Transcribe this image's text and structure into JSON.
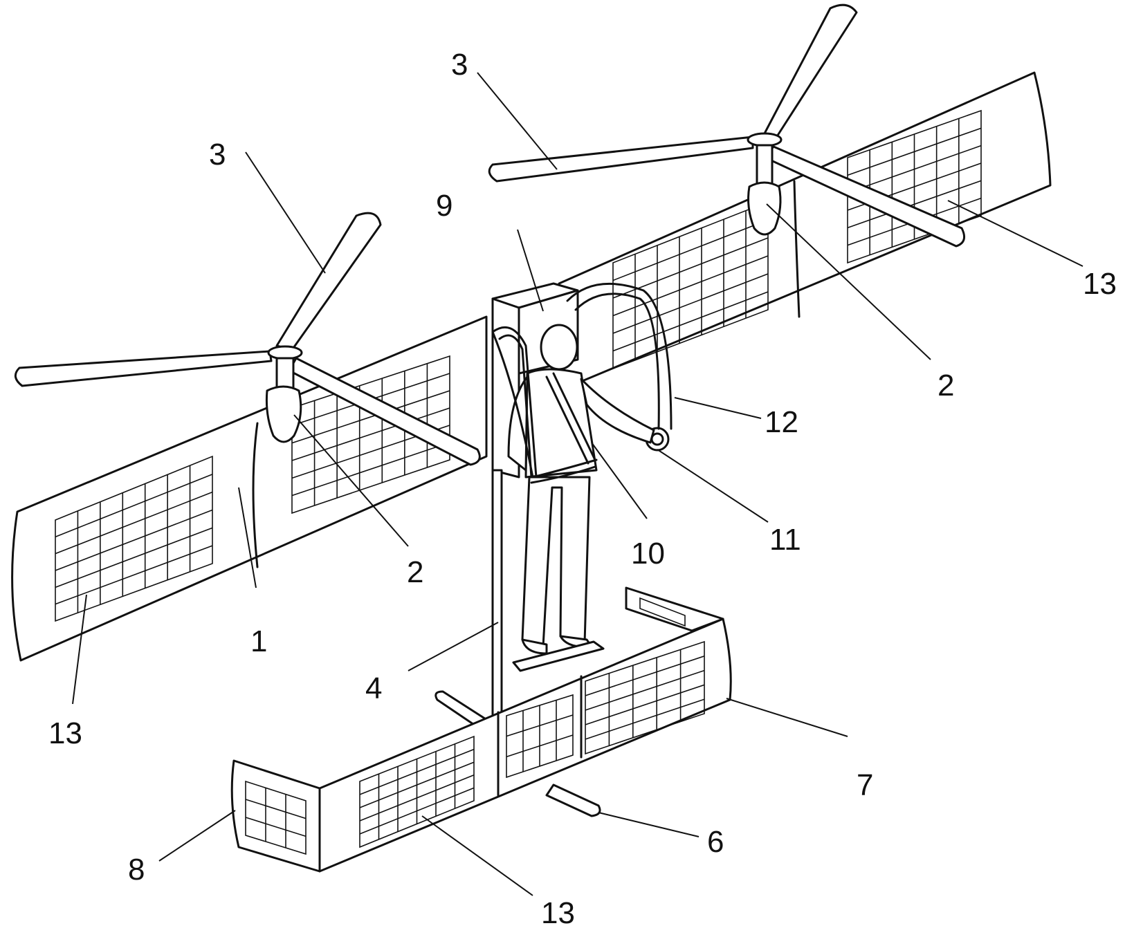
{
  "labels": {
    "wing": "1",
    "motor": "2",
    "propeller": "3",
    "mast": "4",
    "skid": "6",
    "tail_wing": "7",
    "vertical_fin": "8",
    "top_box": "9",
    "harness": "10",
    "grip": "11",
    "handle_arch": "12",
    "solar_panel": "13"
  },
  "colors": {
    "line": "#111111",
    "background": "#ffffff"
  }
}
